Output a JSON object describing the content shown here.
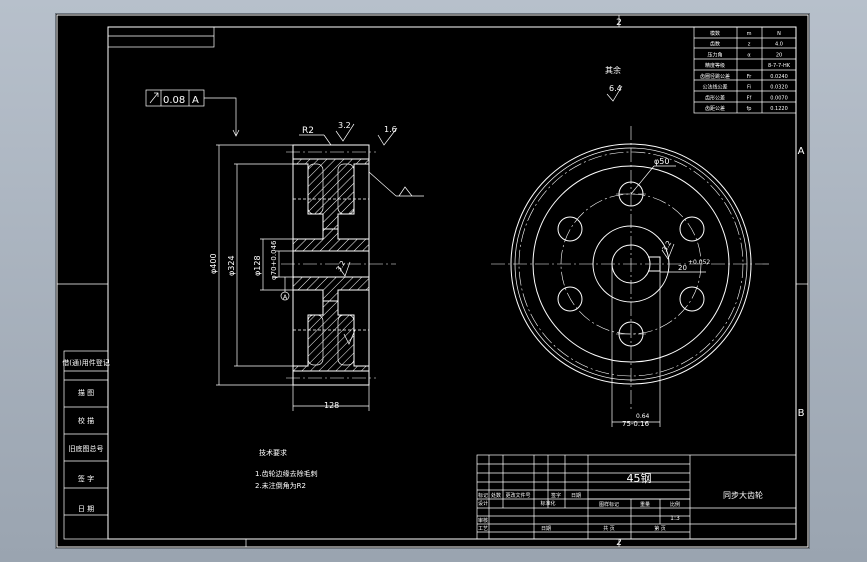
{
  "zones": {
    "top": "2",
    "bottom": "2",
    "right_a": "A",
    "right_b": "B"
  },
  "params": {
    "rows": [
      [
        "模数",
        "m",
        "N"
      ],
      [
        "齿数",
        "z",
        "4.0"
      ],
      [
        "压力角",
        "α",
        "20"
      ],
      [
        "精度等级",
        "",
        "8-7-7-HK"
      ],
      [
        "齿圈径跳公差",
        "Fr",
        "0.0240"
      ],
      [
        "公法线公差",
        "Fi",
        "0.0320"
      ],
      [
        "齿形公差",
        "Ff",
        "0.0070"
      ],
      [
        "齿距公差",
        "fp",
        "0.1220"
      ]
    ]
  },
  "surface_note": {
    "label": "其余",
    "value": "6.4"
  },
  "tolerance": {
    "value": "0.08",
    "datum": "A"
  },
  "section_view": {
    "radius": "R2",
    "rough1": "3.2",
    "rough2": "1.6",
    "rough3": "3.2",
    "dia_outer": "φ400",
    "dia_mid": "φ324",
    "dia_hub": "φ128",
    "dia_bore": "φ70+0.046",
    "datum": "A",
    "width": "128"
  },
  "front_view": {
    "hole_dia": "φ50",
    "rough": "3.2",
    "key_width": "20",
    "key_tol": "+0.052",
    "keyway_dim": "75-0.16",
    "keyway_tol": "0.64"
  },
  "tech_notes": {
    "title": "技术要求",
    "line1": "1.齿轮边缘去除毛刺",
    "line2": "2.未注倒角为R2"
  },
  "left_strip": [
    "借(通)用件登记",
    "描  图",
    "校  描",
    "旧底图总号",
    "签  字",
    "日  期"
  ],
  "title_block": {
    "material": "45钢",
    "name": "同步大齿轮",
    "rev_headers": [
      "标记",
      "处数",
      "更改文件号",
      "签字",
      "日期"
    ],
    "labels_row": [
      "设计",
      "标准化"
    ],
    "stage_headers": [
      "图样标记",
      "重量",
      "比例"
    ],
    "scale": "1:3",
    "row_shen": "审核",
    "row_gy": "工艺",
    "row_date": "日期",
    "sheets_total": "共   页",
    "sheet_no": "第   页"
  }
}
